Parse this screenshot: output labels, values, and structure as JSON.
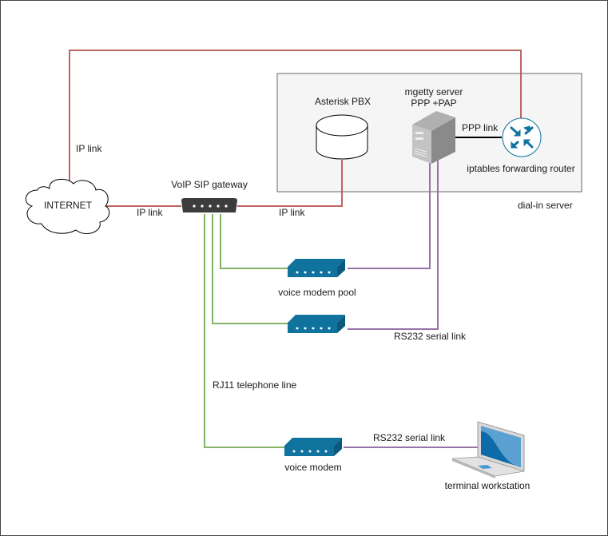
{
  "diagram": {
    "group": {
      "label": "dial-in server"
    },
    "nodes": {
      "internet": {
        "label": "INTERNET",
        "type": "cloud"
      },
      "gateway": {
        "label": "VoIP SIP gateway",
        "type": "switch"
      },
      "asterisk": {
        "label": "Asterisk PBX",
        "type": "database"
      },
      "mgetty": {
        "label_line1": "mgetty server",
        "label_line2": "PPP +PAP",
        "type": "server"
      },
      "router": {
        "label": "iptables forwarding router",
        "type": "router"
      },
      "modem_pool_1": {
        "label": "voice modem pool",
        "type": "modem"
      },
      "modem_pool_2": {
        "label": "",
        "type": "modem"
      },
      "voice_modem": {
        "label": "voice modem",
        "type": "modem"
      },
      "workstation": {
        "label": "terminal workstation",
        "type": "laptop"
      }
    },
    "links": {
      "internet_router": {
        "label": "IP link",
        "color": "#b85450"
      },
      "internet_gateway": {
        "label": "IP link",
        "color": "#b85450"
      },
      "gateway_asterisk": {
        "label": "IP link",
        "color": "#b85450"
      },
      "mgetty_router": {
        "label": "PPP link",
        "color": "#000000"
      },
      "pool_serial": {
        "label": "RS232 serial link",
        "color": "#9673a6"
      },
      "telephone": {
        "label": "RJ11 telephone line",
        "color": "#82b366"
      },
      "workstation_serial": {
        "label": "RS232 serial link",
        "color": "#9673a6"
      }
    }
  }
}
